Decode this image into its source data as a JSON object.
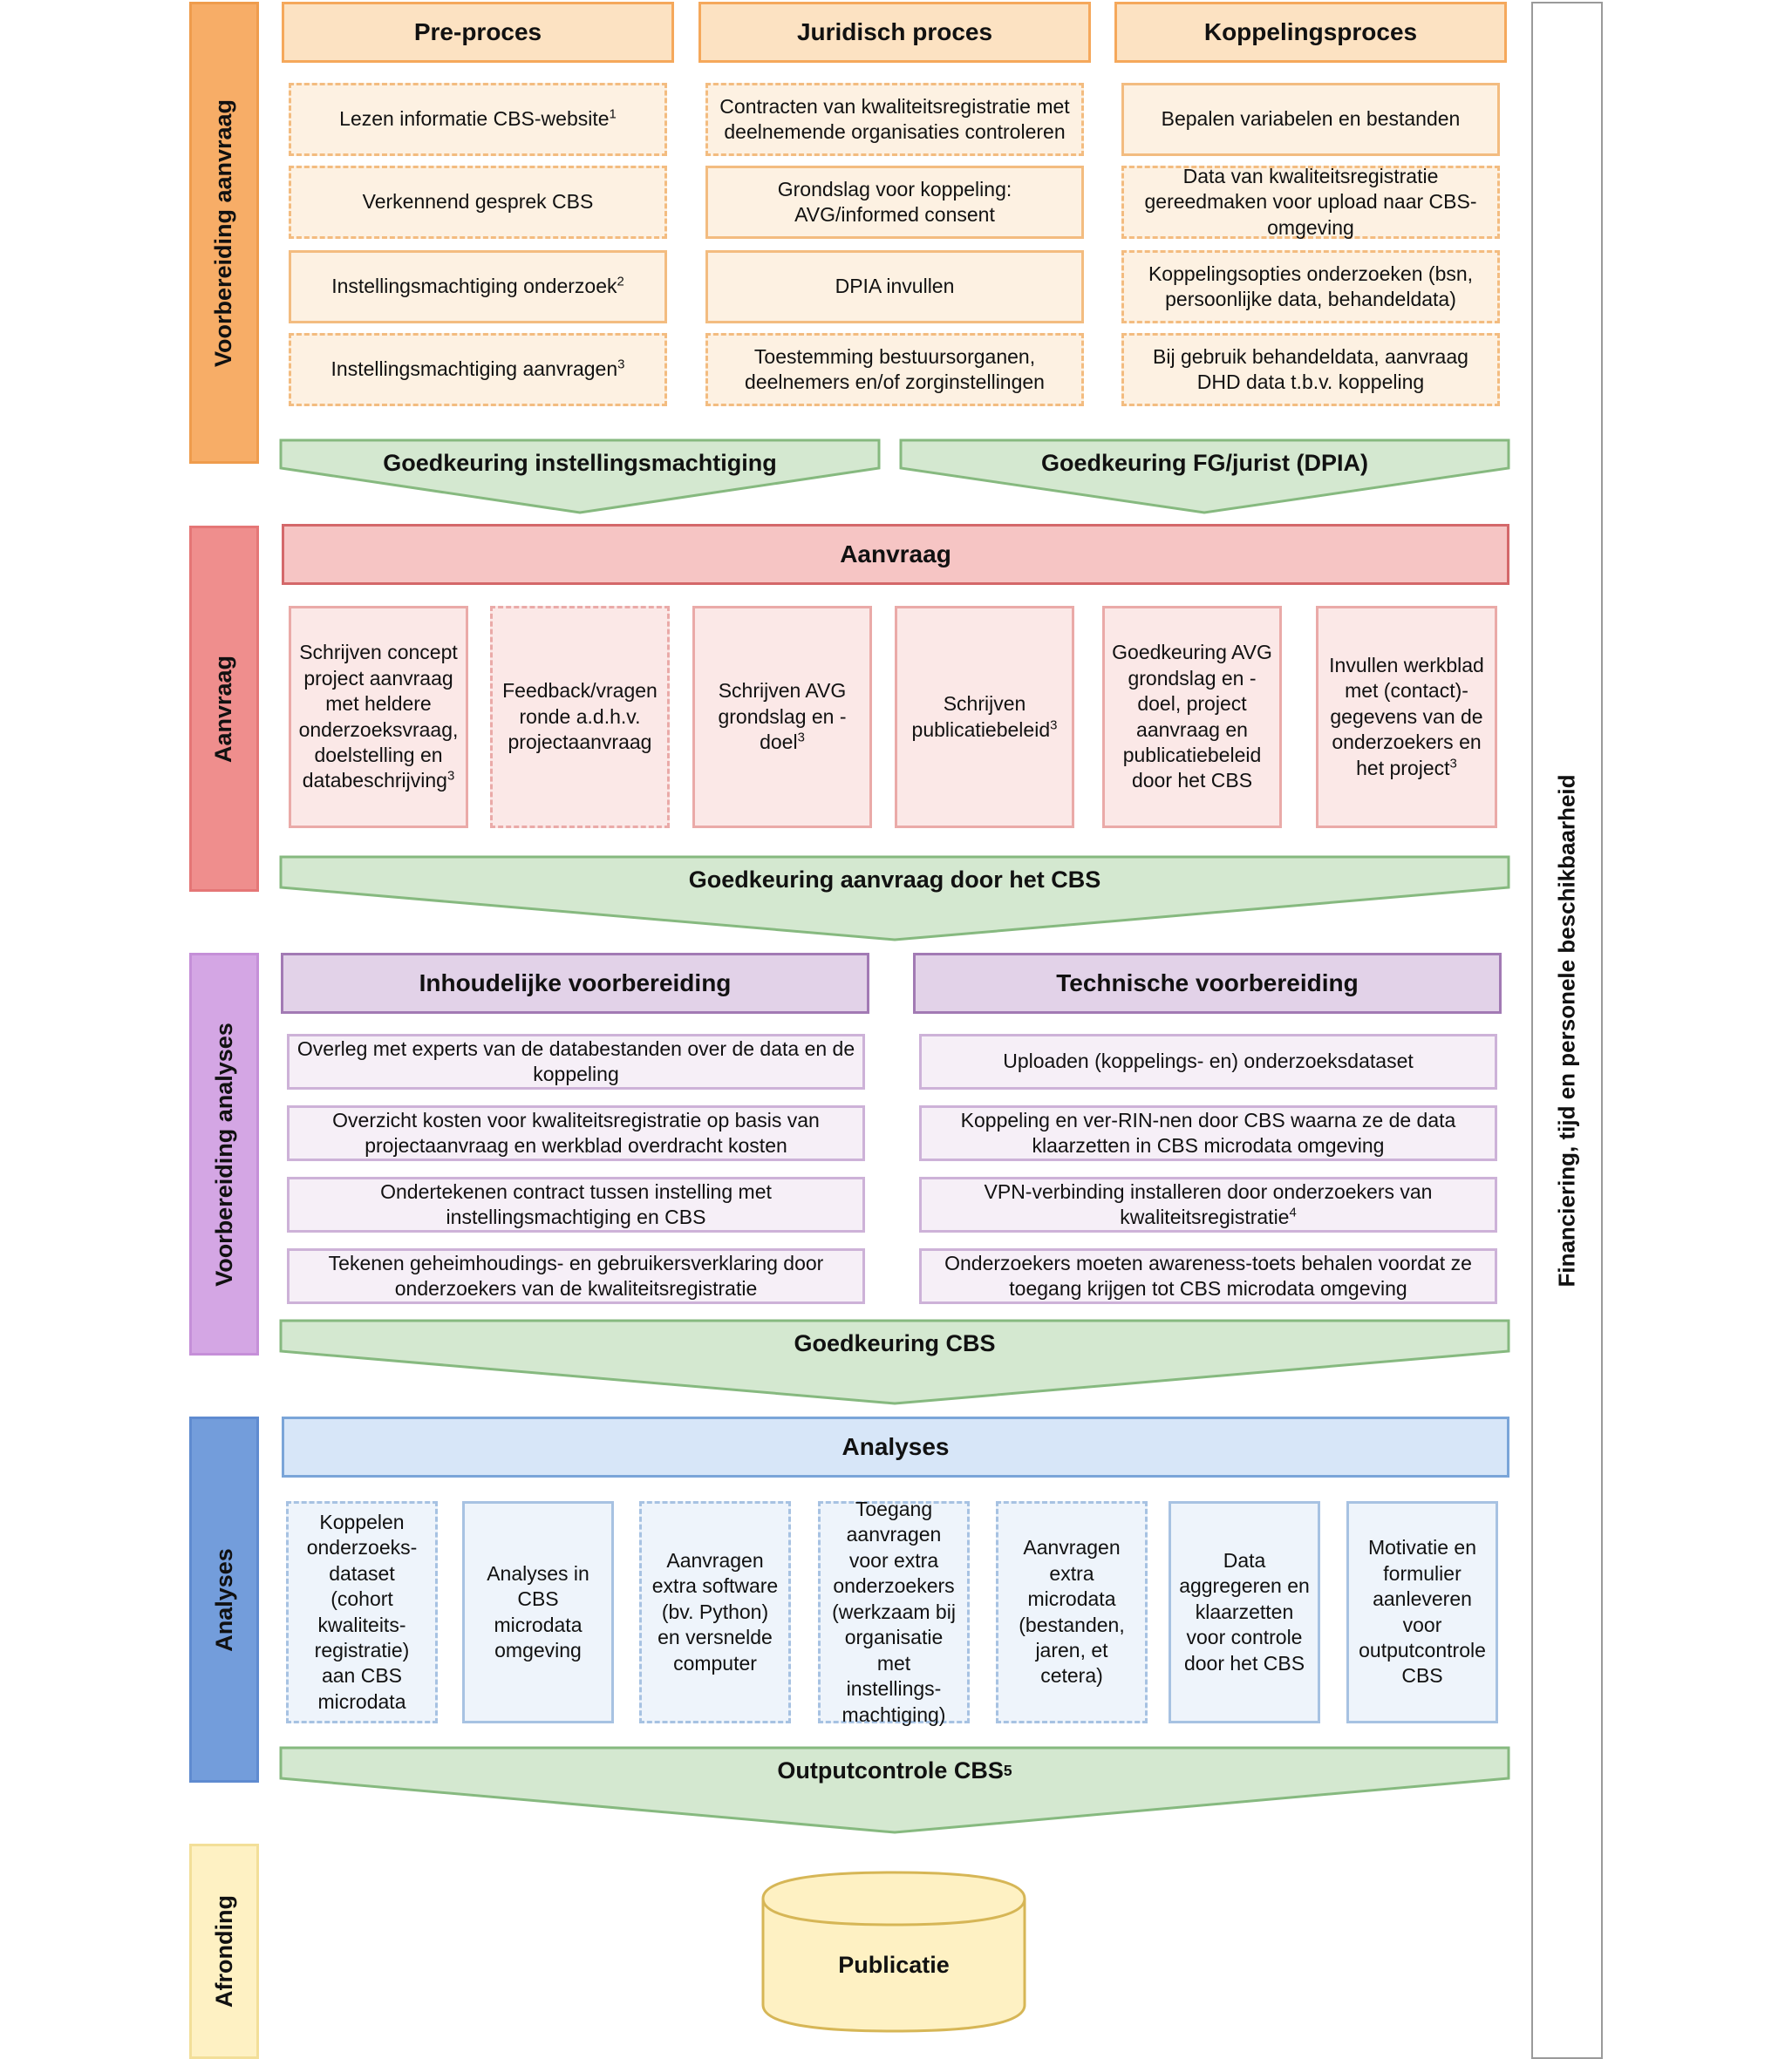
{
  "lanes": {
    "voorbereiding_aanvraag": "Voorbereiding aanvraag",
    "aanvraag": "Aanvraag",
    "voorbereiding_analyses": "Voorbereiding analyses",
    "analyses": "Analyses",
    "afronding": "Afronding"
  },
  "side_bar": "Financiering, tijd en personele beschikbaarheid",
  "voorbereiding_aanvraag": {
    "columns": [
      {
        "header": "Pre-proces",
        "items": [
          {
            "text": "Lezen informatie CBS-website",
            "sup": "1",
            "style": "dashed"
          },
          {
            "text": "Verkennend gesprek CBS",
            "sup": "",
            "style": "dashed"
          },
          {
            "text": "Instellingsmachtiging onderzoek",
            "sup": "2",
            "style": "solid"
          },
          {
            "text": "Instellingsmachtiging aanvragen",
            "sup": "3",
            "style": "dashed"
          }
        ]
      },
      {
        "header": "Juridisch proces",
        "items": [
          {
            "text": "Contracten van kwaliteitsregistratie met deelnemende organisaties controleren",
            "sup": "",
            "style": "dashed"
          },
          {
            "text": "Grondslag voor koppeling: AVG/informed consent",
            "sup": "",
            "style": "solid"
          },
          {
            "text": "DPIA invullen",
            "sup": "",
            "style": "solid"
          },
          {
            "text": "Toestemming bestuursorganen, deelnemers en/of zorginstellingen",
            "sup": "",
            "style": "dashed"
          }
        ]
      },
      {
        "header": "Koppelingsproces",
        "items": [
          {
            "text": "Bepalen variabelen en bestanden",
            "sup": "",
            "style": "solid"
          },
          {
            "text": "Data van kwaliteitsregistratie gereedmaken voor upload naar CBS-omgeving",
            "sup": "",
            "style": "dashed"
          },
          {
            "text": "Koppelingsopties onderzoeken (bsn, persoonlijke data, behandeldata)",
            "sup": "",
            "style": "dashed"
          },
          {
            "text": "Bij gebruik behandeldata, aanvraag DHD data t.b.v. koppeling",
            "sup": "",
            "style": "dashed"
          }
        ]
      }
    ],
    "arrows": [
      "Goedkeuring instellingsmachtiging",
      "Goedkeuring FG/jurist (DPIA)"
    ]
  },
  "aanvraag": {
    "header": "Aanvraag",
    "items": [
      {
        "text": "Schrijven concept project aanvraag met heldere onderzoeksvraag, doelstelling en databeschrijving",
        "sup": "3",
        "style": "solid"
      },
      {
        "text": "Feedback/vragen ronde a.d.h.v. projectaanvraag",
        "sup": "",
        "style": "dashed"
      },
      {
        "text": "Schrijven AVG grondslag en -doel",
        "sup": "3",
        "style": "solid"
      },
      {
        "text": "Schrijven publicatiebeleid",
        "sup": "3",
        "style": "solid"
      },
      {
        "text": "Goedkeuring AVG grondslag en -doel, project aanvraag en publicatiebeleid door het CBS",
        "sup": "",
        "style": "solid"
      },
      {
        "text": "Invullen werkblad met (contact)-gegevens van de onderzoekers en het project",
        "sup": "3",
        "style": "solid"
      }
    ],
    "arrow": "Goedkeuring aanvraag door het CBS"
  },
  "voorbereiding_analyses": {
    "columns": [
      {
        "header": "Inhoudelijke voorbereiding",
        "items": [
          {
            "text": "Overleg met experts van de databestanden over de data en de koppeling",
            "sup": ""
          },
          {
            "text": "Overzicht kosten voor kwaliteitsregistratie op basis van projectaanvraag en werkblad overdracht kosten",
            "sup": ""
          },
          {
            "text": "Ondertekenen contract tussen instelling met instellingsmachtiging en CBS",
            "sup": ""
          },
          {
            "text": "Tekenen geheimhoudings- en gebruikersverklaring door onderzoekers van de kwaliteitsregistratie",
            "sup": ""
          }
        ]
      },
      {
        "header": "Technische voorbereiding",
        "items": [
          {
            "text": "Uploaden (koppelings- en) onderzoeksdataset",
            "sup": ""
          },
          {
            "text": "Koppeling en ver-RIN-nen door CBS waarna ze de data klaarzetten in CBS microdata omgeving",
            "sup": ""
          },
          {
            "text": "VPN-verbinding installeren door onderzoekers van kwaliteitsregistratie",
            "sup": "4"
          },
          {
            "text": "Onderzoekers moeten awareness-toets behalen voordat ze toegang krijgen tot CBS microdata omgeving",
            "sup": ""
          }
        ]
      }
    ],
    "arrow": "Goedkeuring CBS"
  },
  "analyses": {
    "header": "Analyses",
    "items": [
      {
        "text": "Koppelen onderzoeks-dataset (cohort kwaliteits-registratie) aan CBS microdata",
        "sup": "",
        "style": "dashed"
      },
      {
        "text": "Analyses in CBS microdata omgeving",
        "sup": "",
        "style": "solid"
      },
      {
        "text": "Aanvragen extra software (bv. Python) en versnelde computer",
        "sup": "",
        "style": "dashed"
      },
      {
        "text": "Toegang aanvragen voor extra onderzoekers (werkzaam bij organisatie met instellings-machtiging)",
        "sup": "",
        "style": "dashed"
      },
      {
        "text": "Aanvragen extra microdata (bestanden, jaren, et cetera)",
        "sup": "",
        "style": "dashed"
      },
      {
        "text": "Data aggregeren en klaarzetten voor controle door het CBS",
        "sup": "",
        "style": "solid"
      },
      {
        "text": "Motivatie en formulier aanleveren voor outputcontrole CBS",
        "sup": "",
        "style": "solid"
      }
    ],
    "arrow": "Outputcontrole CBS",
    "arrow_sup": "5"
  },
  "afronding": {
    "publicatie": "Publicatie"
  },
  "colors": {
    "orange": "#f5a85b",
    "red": "#ef8e8d",
    "purple": "#d4a6e4",
    "blue": "#739ddb",
    "yellow": "#fef1c3",
    "green": "#d4e8d0",
    "green_border": "#86b97f"
  }
}
